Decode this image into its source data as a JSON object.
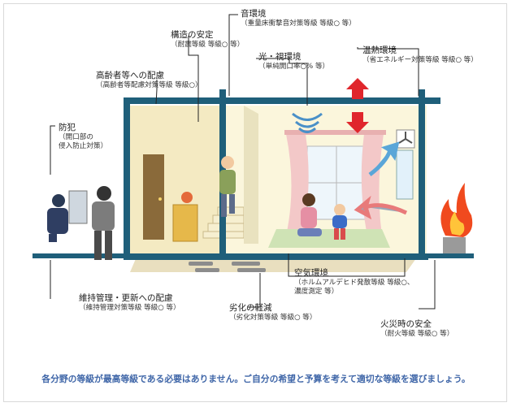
{
  "labels": {
    "sound": {
      "title": "音環境",
      "sub": "（重量床衝撃音対策等級 等級○ 等）"
    },
    "structure": {
      "title": "構造の安定",
      "sub": "（耐震等級 等級○ 等）"
    },
    "light": {
      "title": "光・視環境",
      "sub": "（単純開口率○% 等）"
    },
    "thermal": {
      "title": "温熱環境",
      "sub": "（省エネルギー対策等級 等級○ 等）"
    },
    "elderly": {
      "title": "高齢者等への配慮",
      "sub": "（高齢者等配慮対策等級 等級○）"
    },
    "crime": {
      "title": "防犯",
      "sub1": "（開口部の",
      "sub2": "侵入防止対策）"
    },
    "air": {
      "title": "空気環境",
      "sub1": "（ホルムアルデヒド発散等級 等級○、",
      "sub2": "濃度測定 等）"
    },
    "maintenance": {
      "title": "維持管理・更新への配慮",
      "sub": "（維持管理対策等級 等級○ 等）"
    },
    "deterioration": {
      "title": "劣化の軽減",
      "sub": "（劣化対策等級 等級○ 等）"
    },
    "fire": {
      "title": "火災時の安全",
      "sub": "（耐火等級 等級○ 等）"
    }
  },
  "footer": "各分野の等級が最高等級である必要はありません。ご自分の希望と予算を考えて適切な等級を選びましょう。",
  "colors": {
    "wall": "#1f5f7a",
    "floor": "#d8c9a0",
    "interior": "#fbf6dc",
    "door": "#8a6a3a",
    "curtain": "#f3c8c8",
    "arrow_red": "#e0262c",
    "arrow_blue": "#5aa6d8",
    "footer_text": "#3f66a8"
  }
}
